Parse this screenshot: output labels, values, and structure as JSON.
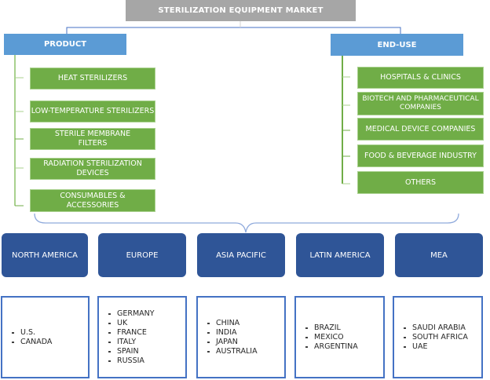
{
  "title": "STERILIZATION EQUIPMENT MARKET",
  "product": {
    "label": "PRODUCT",
    "items": [
      "HEAT STERILIZERS",
      "LOW-TEMPERATURE STERILIZERS",
      "STERILE MEMBRANE FILTERS",
      "RADIATION STERILIZATION DEVICES",
      "CONSUMABLES & ACCESSORIES"
    ]
  },
  "end_use": {
    "label": "END-USE",
    "items": [
      "HOSPITALS & CLINICS",
      "BIOTECH AND PHARMACEUTICAL COMPANIES",
      "MEDICAL DEVICE COMPANIES",
      "FOOD & BEVERAGE INDUSTRY",
      "OTHERS"
    ]
  },
  "regions": [
    {
      "name": "NORTH AMERICA",
      "countries": [
        "U.S.",
        "CANADA"
      ]
    },
    {
      "name": "EUROPE",
      "countries": [
        "GERMANY",
        "UK",
        "FRANCE",
        "ITALY",
        "SPAIN",
        "RUSSIA"
      ]
    },
    {
      "name": "ASIA PACIFIC",
      "countries": [
        "CHINA",
        "INDIA",
        "JAPAN",
        "AUSTRALIA"
      ]
    },
    {
      "name": "LATIN AMERICA",
      "countries": [
        "BRAZIL",
        "MEXICO",
        "ARGENTINA"
      ]
    },
    {
      "name": "MEA",
      "countries": [
        "SAUDI ARABIA",
        "SOUTH AFRICA",
        "UAE"
      ]
    }
  ],
  "colors": {
    "title_bg": "#a6a6a6",
    "category_bg": "#5b9bd5",
    "item_bg": "#70ad47",
    "region_bg": "#2f5597",
    "country_border": "#4472c4",
    "connector_blue": "#4472c4",
    "connector_green": "#a9d18e"
  }
}
